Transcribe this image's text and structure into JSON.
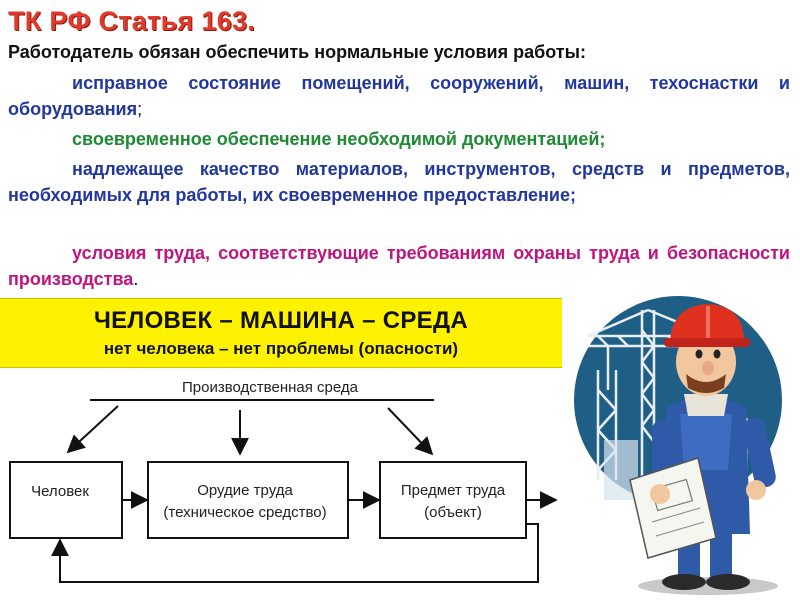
{
  "heading": {
    "title": "ТК РФ Статья 163.",
    "lead": "Работодатель обязан обеспечить нормальные условия работы:"
  },
  "items": [
    {
      "text": "исправное состояние помещений, сооружений, машин, техоснастки и оборудования",
      "trail": ";",
      "color": "#22379e"
    },
    {
      "text": "своевременное обеспечение необходимой документацией;",
      "trail": "",
      "color": "#1e8a34"
    },
    {
      "text": "надлежащее качество материалов, инструментов, средств и предметов, необходимых для работы, их своевременное предоставление;",
      "trail": "",
      "color": "#22379e"
    },
    {
      "text": "условия труда, соответствующие требованиям охраны труда и безопасности производства",
      "trail": ".",
      "color": "#c0147f"
    }
  ],
  "banner": {
    "title": "ЧЕЛОВЕК – МАШИНА – СРЕДА",
    "subtitle": "нет человека – нет проблемы (опасности)",
    "background": "#fff200"
  },
  "diagram": {
    "environment_label": "Производственная среда",
    "boxes": [
      {
        "line1": "Человек",
        "line2": ""
      },
      {
        "line1": "Орудие труда",
        "line2": "(техническое средство)"
      },
      {
        "line1": "Предмет труда",
        "line2": "(объект)"
      }
    ]
  },
  "illustration": {
    "subject": "worker-with-blueprint",
    "circle_color": "#1f5f86",
    "helmet_color": "#e0301e",
    "overalls_color": "#2f5aa8"
  }
}
